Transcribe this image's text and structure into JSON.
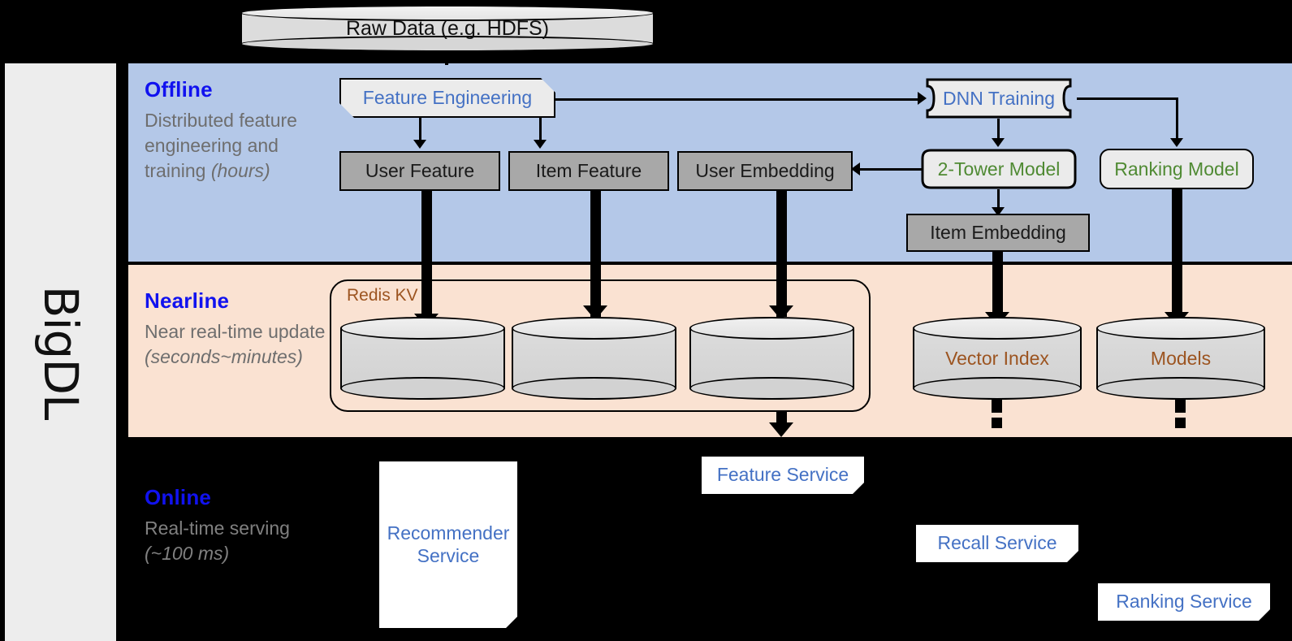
{
  "rail": {
    "label": "BigDL"
  },
  "bands": [
    {
      "key": "offline",
      "title": "Offline",
      "desc_line1": "Distributed feature engineering and training ",
      "desc_italic": "(hours)"
    },
    {
      "key": "nearline",
      "title": "Nearline",
      "desc_line1": "Near real-time update ",
      "desc_italic": "(seconds~minutes)"
    },
    {
      "key": "online",
      "title": "Online",
      "desc_line1": "Real-time serving ",
      "desc_italic": "(~100 ms)"
    }
  ],
  "nodes": {
    "raw_data": "Raw Data (e.g. HDFS)",
    "feature_engineering": "Feature Engineering",
    "dnn_training": "DNN Training",
    "user_feature": "User Feature",
    "item_feature": "Item Feature",
    "user_embedding": "User Embedding",
    "two_tower_model": "2-Tower Model",
    "ranking_model": "Ranking Model",
    "item_embedding": "Item Embedding",
    "redis_kv": "Redis KV",
    "vector_index": "Vector Index",
    "models": "Models",
    "feature_service": "Feature Service",
    "recommender_service": "Recommender Service",
    "recall_service": "Recall Service",
    "ranking_service": "Ranking Service"
  },
  "colors": {
    "offline_band": "#b4c8e8",
    "nearline_band": "#fae2d2",
    "online_band": "#000000",
    "band_title": "#1112ef",
    "process_text_blue": "#4471c4",
    "model_text_green": "#4f8a33",
    "storage_text_brown": "#9c5420",
    "grey_box": "#a8a8a8",
    "rail_bg": "#ededed"
  }
}
